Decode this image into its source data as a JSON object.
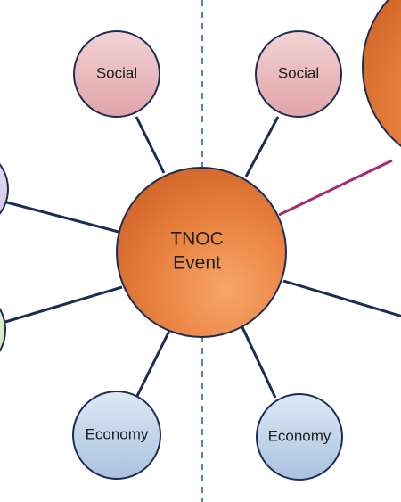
{
  "diagram": {
    "center": {
      "label_line1": "TNOC",
      "label_line2": "Event"
    },
    "nodes": {
      "social_left": {
        "label": "Social"
      },
      "social_right": {
        "label": "Social"
      },
      "economy_left": {
        "label": "Economy"
      },
      "economy_right": {
        "label": "Economy"
      }
    }
  }
}
